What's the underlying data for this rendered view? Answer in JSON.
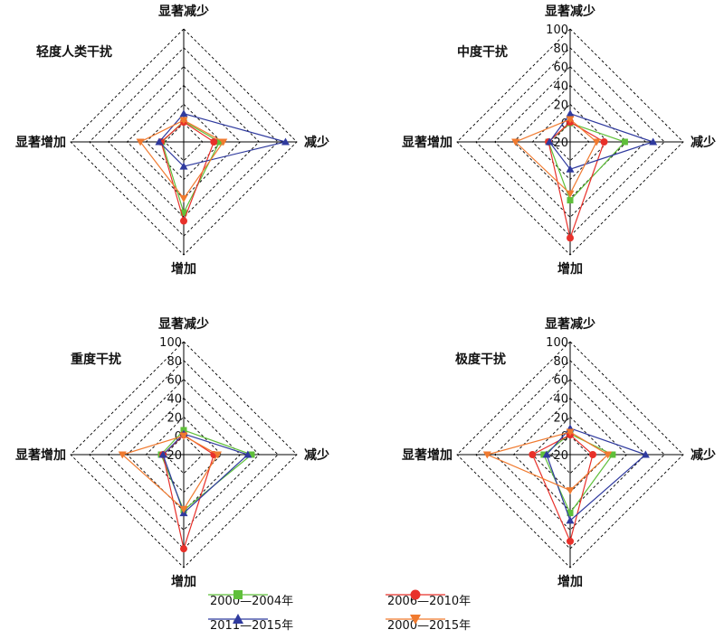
{
  "colors": {
    "series": [
      "#5fbf3a",
      "#e8302a",
      "#2f3a9e",
      "#f07a2f"
    ],
    "grid": "#000000",
    "axis": "#000000"
  },
  "legend": {
    "items": [
      {
        "label": "2000—2004年",
        "marker": "square",
        "color": "#5fbf3a"
      },
      {
        "label": "2006—2010年",
        "marker": "circle",
        "color": "#e8302a"
      },
      {
        "label": "2011—2015年",
        "marker": "triangle-up",
        "color": "#2f3a9e"
      },
      {
        "label": "2000—2015年",
        "marker": "triangle-down",
        "color": "#f07a2f"
      }
    ]
  },
  "chart_data": [
    {
      "type": "radar",
      "title": "轻度人类干扰",
      "axes": [
        "显著减少",
        "减少",
        "增加",
        "显著增加"
      ],
      "rlim": [
        -20,
        100
      ],
      "rticks": [
        -20,
        0,
        20,
        40,
        60,
        80,
        100
      ],
      "show_tick_labels": false,
      "grid": "dashed",
      "series": [
        {
          "name": "2000—2004年",
          "values": [
            2,
            18,
            55,
            3
          ]
        },
        {
          "name": "2006—2010年",
          "values": [
            1,
            12,
            64,
            4
          ]
        },
        {
          "name": "2011—2015年",
          "values": [
            10,
            88,
            6,
            6
          ]
        },
        {
          "name": "2000—2015年",
          "values": [
            3,
            22,
            40,
            26
          ]
        }
      ]
    },
    {
      "type": "radar",
      "title": "中度干扰",
      "axes": [
        "显著减少",
        "减少",
        "增加",
        "显著增加"
      ],
      "rlim": [
        -20,
        100
      ],
      "rticks": [
        -20,
        0,
        20,
        40,
        60,
        80,
        100
      ],
      "show_tick_labels": true,
      "grid": "dashed",
      "series": [
        {
          "name": "2000—2004年",
          "values": [
            0,
            38,
            42,
            3
          ]
        },
        {
          "name": "2006—2010年",
          "values": [
            1,
            16,
            82,
            3
          ]
        },
        {
          "name": "2011—2015年",
          "values": [
            10,
            68,
            9,
            2
          ]
        },
        {
          "name": "2000—2015年",
          "values": [
            4,
            8,
            35,
            38
          ]
        }
      ]
    },
    {
      "type": "radar",
      "title": "重度干扰",
      "axes": [
        "显著减少",
        "减少",
        "增加",
        "显著增加"
      ],
      "rlim": [
        -20,
        100
      ],
      "rticks": [
        -20,
        0,
        20,
        40,
        60,
        80,
        100
      ],
      "show_tick_labels": true,
      "grid": "dashed",
      "series": [
        {
          "name": "2000—2004年",
          "values": [
            6,
            52,
            39,
            4
          ]
        },
        {
          "name": "2006—2010年",
          "values": [
            1,
            12,
            80,
            2
          ]
        },
        {
          "name": "2011—2015年",
          "values": [
            2,
            48,
            42,
            2
          ]
        },
        {
          "name": "2000—2015年",
          "values": [
            0,
            16,
            38,
            45
          ]
        }
      ]
    },
    {
      "type": "radar",
      "title": "极度干扰",
      "axes": [
        "显著减少",
        "减少",
        "增加",
        "显著增加"
      ],
      "rlim": [
        -20,
        100
      ],
      "rticks": [
        -20,
        0,
        20,
        40,
        60,
        80,
        100
      ],
      "show_tick_labels": true,
      "grid": "dashed",
      "series": [
        {
          "name": "2000—2004年",
          "values": [
            2,
            25,
            42,
            8
          ]
        },
        {
          "name": "2006—2010年",
          "values": [
            1,
            4,
            72,
            20
          ]
        },
        {
          "name": "2011—2015年",
          "values": [
            8,
            60,
            50,
            5
          ]
        },
        {
          "name": "2000—2015年",
          "values": [
            4,
            20,
            18,
            68
          ]
        }
      ]
    }
  ]
}
